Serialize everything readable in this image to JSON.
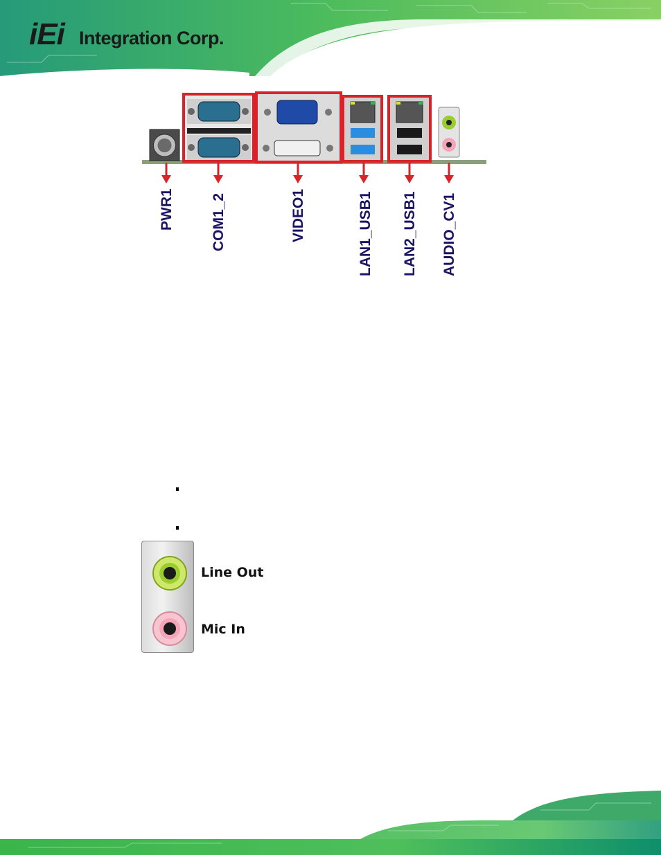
{
  "header": {
    "logo_mark": "iEi",
    "logo_name": "Integration Corp."
  },
  "connector_labels": [
    "PWR1",
    "COM1_2",
    "VIDEO1",
    "LAN1_USB1",
    "LAN2_USB1",
    "AUDIO_CV1"
  ],
  "audio_jacks": {
    "line_out": "Line Out",
    "mic_in": "Mic In"
  },
  "colors": {
    "label_text": "#1b1464",
    "arrow_red": "#d8232a",
    "highlight_red": "#d8232a",
    "header_green": "#3aa655",
    "line_out_green": "#9acd32",
    "mic_in_pink": "#f4a6b8"
  }
}
